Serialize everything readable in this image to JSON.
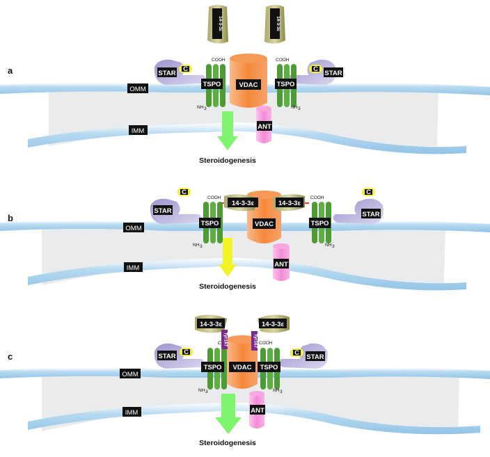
{
  "panels": [
    {
      "id": "a",
      "letter": "a",
      "omm": "OMM",
      "imm": "IMM",
      "vdac": "VDAC",
      "ant": "ANT",
      "tspo_left": "TSPO",
      "tspo_right": "TSPO",
      "star_left": "STAR",
      "star_right": "STAR",
      "c_left": "C",
      "c_right": "C",
      "cooh_left": "COOH",
      "cooh_right": "COOH",
      "nh_left": "NH",
      "nh_left_sub": "3",
      "nh_right": "NH",
      "nh_right_sub": "3",
      "proteins_1433": [
        "14-3-3ε",
        "14-3-3ε"
      ],
      "arrow_color": "#7ef46f",
      "caption": "Steroidogenesis"
    },
    {
      "id": "b",
      "letter": "b",
      "omm": "OMM",
      "imm": "IMM",
      "vdac": "VDAC",
      "ant": "ANT",
      "tspo_left": "TSPO",
      "tspo_right": "TSPO",
      "star_left": "STAR",
      "star_right": "STAR",
      "c_left": "C",
      "c_right": "C",
      "cooh_left": "COOH",
      "cooh_right": "COOH",
      "nh_left": "NH",
      "nh_left_sub": "3",
      "nh_right": "NH",
      "nh_right_sub": "3",
      "proteins_1433": [
        "14-3-3ε",
        "14-3-3ε"
      ],
      "arrow_color": "#f3f32a",
      "caption": "Steroidogenesis"
    },
    {
      "id": "c",
      "letter": "c",
      "omm": "OMM",
      "imm": "IMM",
      "vdac": "VDAC",
      "ant": "ANT",
      "tspo_left": "TSPO",
      "tspo_right": "TSPO",
      "star_left": "STAR",
      "star_right": "STAR",
      "c_left": "C",
      "c_right": "C",
      "cooh_left": "COOH",
      "cooh_right": "COOH",
      "nh_left": "NH",
      "nh_left_sub": "3",
      "nh_right": "NH",
      "nh_right_sub": "3",
      "proteins_1433": [
        "14-3-3ε",
        "14-3-3ε"
      ],
      "tyr_left": "Tyr167",
      "tyr_right": "Tyr167",
      "arrow_color": "#7ef46f",
      "caption": "Steroidogenesis"
    }
  ],
  "colors": {
    "membrane": "#a9d2ee",
    "membrane_edge": "#ffffff",
    "matrix": "#e9ebed",
    "vdac": "#f6883a",
    "ant": "#f592d6",
    "tspo": "#4e9a35",
    "star": "#8f86c1",
    "protein_1433": "#8a8a48",
    "c_oval": "#f2ef3c",
    "tyr": "#7a2a8c",
    "inhibit": "#e53a3a"
  }
}
